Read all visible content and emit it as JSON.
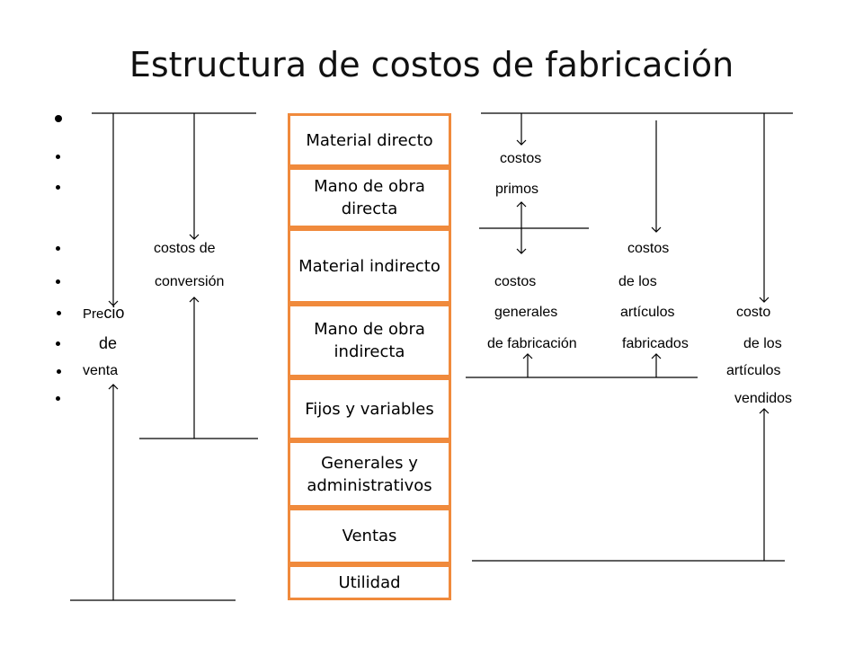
{
  "slide": {
    "title": "Estructura de costos de fabricación"
  },
  "boxes": [
    "Material directo",
    "Mano de obra directa",
    "Material indirecto",
    "Mano de obra indirecta",
    "Fijos y variables",
    "Generales y administrativos",
    "Ventas",
    "Utilidad"
  ],
  "left_labels": {
    "costos_de": "costos de",
    "conversion": "conversión",
    "pre": "Pre",
    "cio": "cio",
    "de": "de",
    "venta": "venta"
  },
  "right_labels": {
    "costos_primos_1": "costos",
    "costos_primos_2": "primos",
    "cgf_1": "costos",
    "cgf_2": "generales",
    "cgf_3": "de fabricación",
    "caf_1": "costos",
    "caf_2": "de los",
    "caf_3": "artículos",
    "caf_4": "fabricados",
    "cav_1": "costo",
    "cav_2": "de los",
    "cav_3": "artículos",
    "cav_4": "vendidos"
  },
  "colors": {
    "box_border": "#f08a3c",
    "line": "#000000"
  }
}
